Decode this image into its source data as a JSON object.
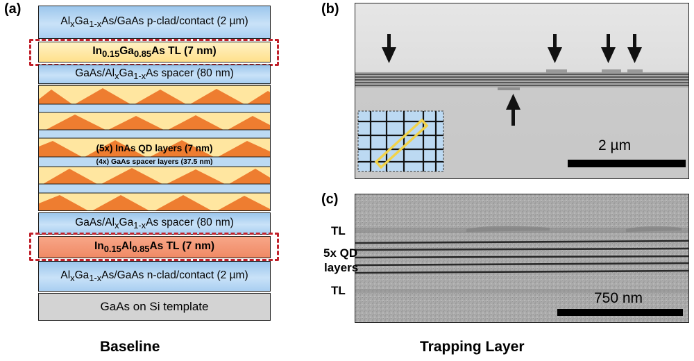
{
  "panels": {
    "a": "(a)",
    "b": "(b)",
    "c": "(c)"
  },
  "layers": {
    "top_clad_pre": "Al",
    "top_clad_x": "x",
    "top_clad_mid": "Ga",
    "top_clad_sub": "1-x",
    "top_clad_post": "As/GaAs p-clad/contact (2 µm)",
    "tl1_pre": "In",
    "tl1_sub1": "0.15",
    "tl1_mid": "Ga",
    "tl1_sub2": "0.85",
    "tl1_post": "As TL (7 nm)",
    "spacer1_pre": "GaAs/Al",
    "spacer1_x": "x",
    "spacer1_mid": "Ga",
    "spacer1_sub": "1-x",
    "spacer1_post": "As spacer (80 nm)",
    "qd_label": "(5x) InAs QD layers (7 nm)",
    "gaas_spacer_label": "(4x) GaAs spacer layers (37.5 nm)",
    "spacer2_pre": "GaAs/Al",
    "spacer2_x": "x",
    "spacer2_mid": "Ga",
    "spacer2_sub": "1-x",
    "spacer2_post": "As spacer (80 nm)",
    "tl2_pre": "In",
    "tl2_sub1": "0.15",
    "tl2_mid": "Al",
    "tl2_sub2": "0.85",
    "tl2_post": "As TL (7 nm)",
    "bottom_clad_pre": "Al",
    "bottom_clad_x": "x",
    "bottom_clad_mid": "Ga",
    "bottom_clad_sub": "1-x",
    "bottom_clad_post": "As/GaAs n-clad/contact (2 µm)",
    "substrate": "GaAs on Si template"
  },
  "tem_b": {
    "scale": "2 µm"
  },
  "tem_c": {
    "scale": "750 nm",
    "label_tl_top": "TL",
    "label_qd_line1": "5x QD",
    "label_qd_line2": "layers",
    "label_tl_bottom": "TL"
  },
  "captions": {
    "baseline": "Baseline",
    "trapping": "Trapping Layer"
  },
  "colors": {
    "cladding": "#b9d9f5",
    "trapping_layer_ingaas": "#ffe6a0",
    "trapping_layer_inalas": "#f39670",
    "quantum_dot": "#ee7d30",
    "dashed_box": "#c0202a",
    "substrate": "#d3d3d3"
  }
}
